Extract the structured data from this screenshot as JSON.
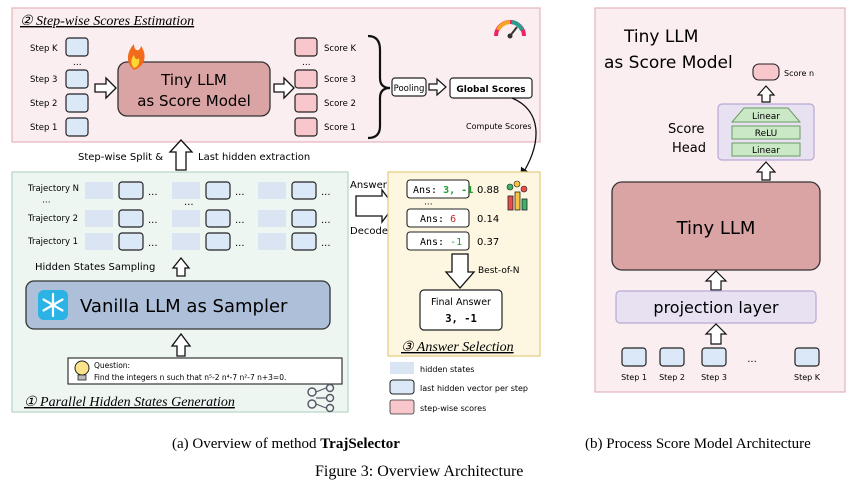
{
  "step_wise": {
    "title": "② Step-wise Scores Estimation",
    "steps": [
      "Step K",
      "...",
      "Step 3",
      "Step 2",
      "Step 1"
    ],
    "model_line1": "Tiny LLM",
    "model_line2": "as Score Model",
    "scores": [
      "Score K",
      "...",
      "Score 3",
      "Score 2",
      "Score 1"
    ],
    "pooling": "Pooling",
    "global_scores": "Global Scores",
    "compute_scores": "Compute Scores"
  },
  "connector": {
    "split_label": "Step-wise Split &",
    "extract_label": "Last hidden extraction"
  },
  "parallel": {
    "title": "① Parallel Hidden States Generation",
    "trajectories": [
      "Trajectory N",
      "···",
      "Trajectory 2",
      "Trajectory 1"
    ],
    "sampling_label": "Hidden States Sampling",
    "sampler_label": "Vanilla LLM as Sampler",
    "question_label": "Question:",
    "question_text": "Find the integers n such that n⁵-2 n⁴-7 n²-7 n+3=0."
  },
  "answer": {
    "title": "③ Answer Selection",
    "answer_label": "Answer",
    "decode_label": "Decode",
    "rows": [
      {
        "prefix": "Ans: ",
        "value": "3, -1",
        "score": "0.88"
      },
      {
        "prefix": "Ans: ",
        "value": "6",
        "score": "0.14"
      },
      {
        "prefix": "Ans: ",
        "value": "-1",
        "score": "0.37"
      }
    ],
    "dots": "···",
    "best_of_n": "Best-of-N",
    "final_title": "Final Answer",
    "final_value": "3, -1"
  },
  "legend": [
    {
      "label": "hidden states",
      "color": "#dbe4f3"
    },
    {
      "label": "last hidden vector per step",
      "color": "#dbe8f8"
    },
    {
      "label": "step-wise scores",
      "color": "#f7c7cb"
    }
  ],
  "psm": {
    "title_line1": "Tiny LLM",
    "title_line2": "as Score Model",
    "score_n": "Score n",
    "head_line1": "Score",
    "head_line2": "Head",
    "head_layers": [
      "Linear",
      "ReLU",
      "Linear"
    ],
    "tiny_llm": "Tiny LLM",
    "projection": "projection layer",
    "steps": [
      "Step 1",
      "Step 2",
      "Step 3",
      "...",
      "Step K"
    ]
  },
  "captions": {
    "a_prefix": "(a) Overview of method ",
    "a_method": "TrajSelector",
    "b": "(b) Process Score Model Architecture",
    "figure": "Figure 3: Overview Architecture"
  },
  "colors": {
    "pink_panel": "#fbeef0",
    "green_panel": "#eef6f2",
    "yellow_panel": "#fdf7e2",
    "model_red": "#dba4a4",
    "sampler_blue": "#aebfd9",
    "box_blue": "#dbe8f8",
    "score_pink": "#f7c7cb",
    "green_text": "#1e9c2a",
    "red_text": "#c82323"
  }
}
